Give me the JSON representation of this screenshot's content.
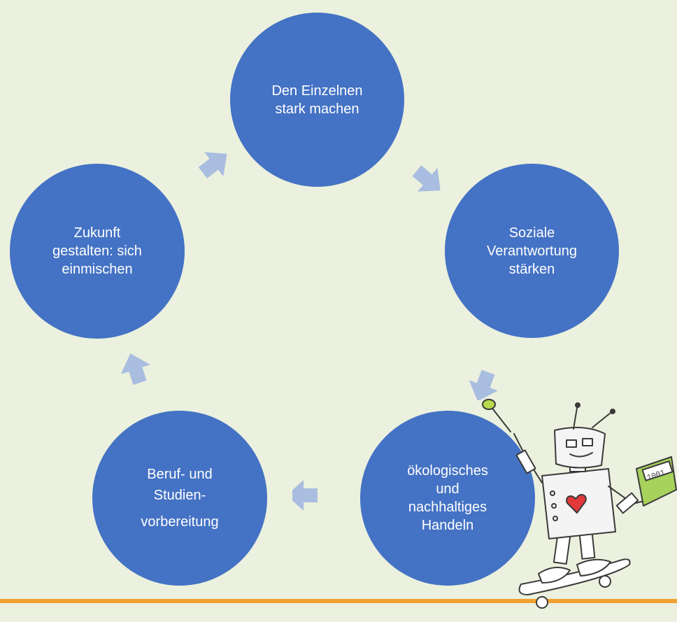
{
  "diagram": {
    "colors": {
      "background": "#ebf1de",
      "node_fill": "#4472c4",
      "arrow_fill": "#a9bde0",
      "bottom_bar": "#f0a030",
      "text": "#ffffff"
    },
    "nodes": [
      {
        "id": "top",
        "lines": [
          "Den Einzelnen",
          "stark machen"
        ]
      },
      {
        "id": "right",
        "lines": [
          "Soziale",
          "Verantwortung",
          "stärken"
        ]
      },
      {
        "id": "bottom-right",
        "lines": [
          "ökologisches",
          "und",
          "nachhaltiges",
          "Handeln"
        ]
      },
      {
        "id": "bottom-left",
        "lines": [
          "Beruf- und",
          "Studien-",
          "vorbereitung"
        ]
      },
      {
        "id": "left",
        "lines": [
          "Zukunft",
          "gestalten: sich",
          "einmischen"
        ]
      }
    ],
    "illustration": {
      "name": "robot-on-skateboard",
      "sign_text": "1001"
    }
  }
}
